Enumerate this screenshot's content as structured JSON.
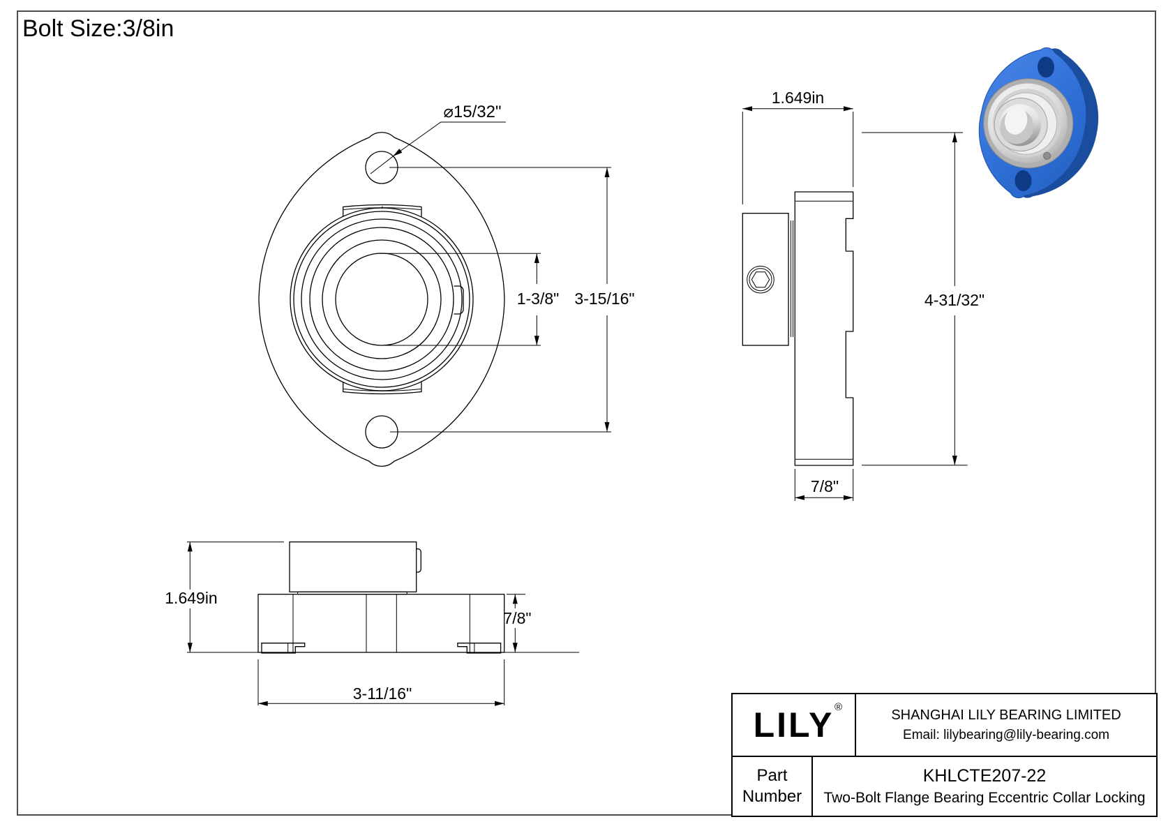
{
  "drawing": {
    "bolt_size_label": "Bolt Size:3/8in"
  },
  "front_view": {
    "bolt_hole_dia": "⌀15/32\"",
    "bore_dia": "1-3/8\"",
    "bolt_spacing": "3-15/16\""
  },
  "side_view": {
    "overall_width": "1.649in",
    "overall_height": "4-31/32\"",
    "flange_width": "7/8\""
  },
  "bottom_view": {
    "overall_height": "1.649in",
    "flange_length": "3-11/16\"",
    "flange_thickness": "7/8\""
  },
  "title_block": {
    "logo_text": "LILY",
    "registered_mark": "®",
    "company_name": "SHANGHAI LILY BEARING LIMITED",
    "email": "Email: lilybearing@lily-bearing.com",
    "part_label": {
      "line1": "Part",
      "line2": "Number"
    },
    "part_number": "KHLCTE207-22",
    "part_description": "Two-Bolt Flange Bearing Eccentric Collar Locking"
  },
  "colors": {
    "line": "#000000",
    "frame": "#4d4d4d",
    "flange_blue": "#2e6fd6",
    "flange_blue_dark": "#1b4d9e",
    "flange_blue_light": "#5b93e8"
  }
}
